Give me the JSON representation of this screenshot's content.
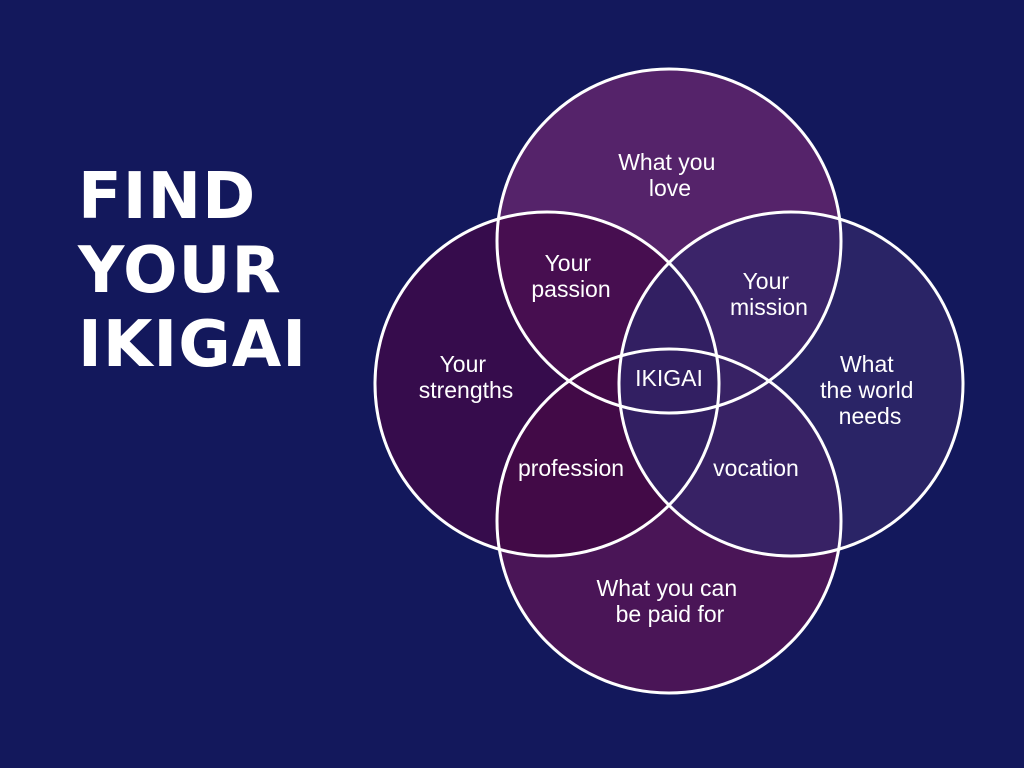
{
  "title": {
    "line1": "FIND",
    "line2": "YOUR",
    "line3": "IKIGAI"
  },
  "colors": {
    "background": "#13185c",
    "circle_outline": "#ffffff",
    "top_circle": "#55236a",
    "left_circle": "#360c4c",
    "right_circle": "#2a2466",
    "bottom_circle": "#4a1557"
  },
  "diagram": {
    "circles": {
      "love": [
        "What you",
        "love"
      ],
      "strengths": [
        "Your",
        "strengths"
      ],
      "world": [
        "What",
        "the world",
        "needs"
      ],
      "paid": [
        "What you can",
        "be paid for"
      ]
    },
    "overlaps": {
      "passion": [
        "Your",
        "passion"
      ],
      "mission": [
        "Your",
        "mission"
      ],
      "profession": [
        "profession"
      ],
      "vocation": [
        "vocation"
      ]
    },
    "center": "IKIGAI"
  }
}
